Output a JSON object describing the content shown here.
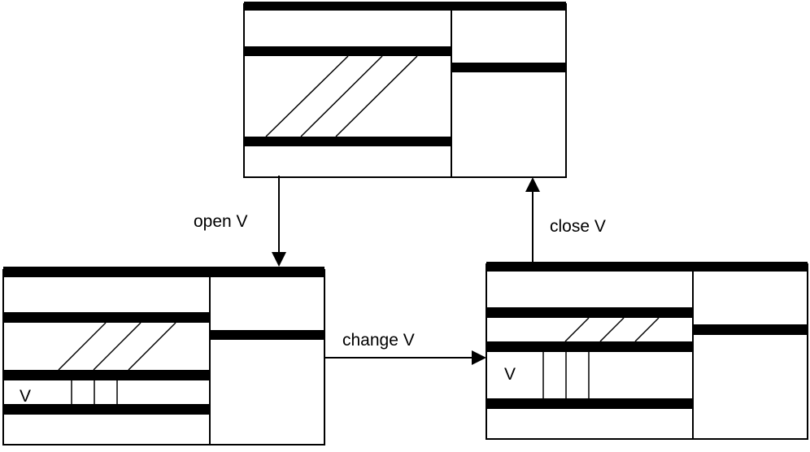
{
  "transitions": {
    "open": "open V",
    "close": "close V",
    "change": "change V"
  },
  "panels": {
    "before_change_label": "V",
    "after_change_label": "V"
  },
  "colors": {
    "line": "#000000",
    "background": "#ffffff"
  }
}
